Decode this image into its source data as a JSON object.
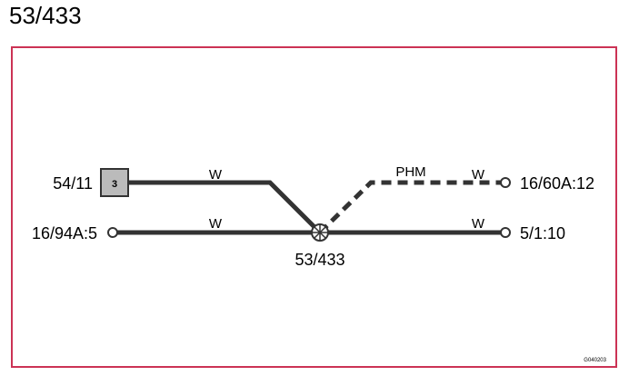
{
  "title": "53/433",
  "diagram": {
    "frame_color": "#cc3355",
    "wire_color": "#333333",
    "connector_fill": "#bbbbbb",
    "left_top_label": "54/11",
    "connector_number": "3",
    "left_bottom_label": "16/94A:5",
    "right_top_label": "16/60A:12",
    "right_bottom_label": "5/1:10",
    "junction_label": "53/433",
    "wire_labels": {
      "top_left": "W",
      "bottom_left": "W",
      "shield": "PHM",
      "top_right": "W",
      "bottom_right": "W"
    },
    "drawing_code": "G040203"
  }
}
